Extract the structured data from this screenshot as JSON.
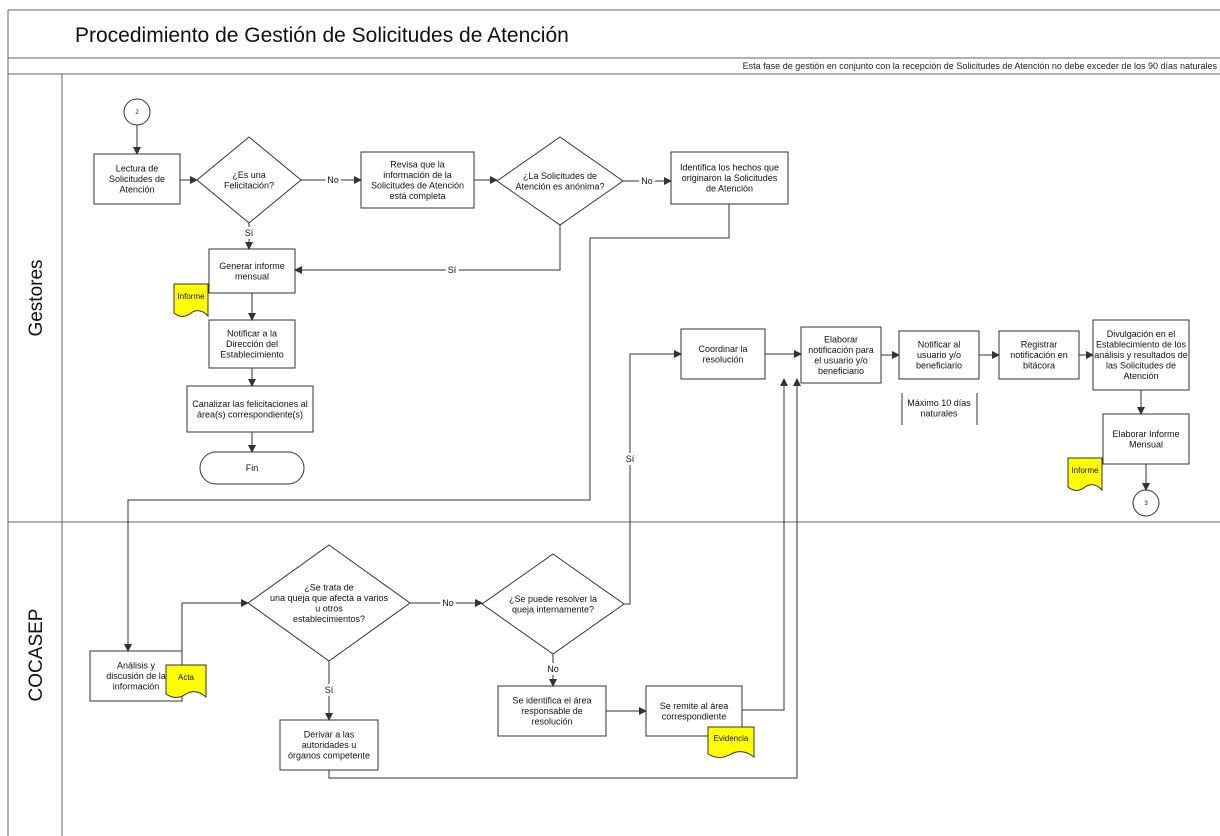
{
  "title": "Procedimiento de Gestión de Solicitudes de Atención",
  "note": "Esta fase de gestión en conjunto con la recepción de Solicitudes de Atención no debe exceder de los 90 días naturales",
  "lanes": {
    "gestores": "Gestores",
    "cocasep": "COCASEP"
  },
  "colors": {
    "document_fill": "#ffff00",
    "shape_fill": "#ffffff",
    "stroke": "#333333",
    "background": "#ffffff"
  },
  "connectors": {
    "connector_in": "2",
    "connector_out": "3"
  },
  "terminator": {
    "fin": "Fin"
  },
  "process": {
    "lectura": [
      "Lectura de",
      "Solicitudes de",
      "Atención"
    ],
    "revisa": [
      "Revisa que la",
      "información de la",
      "Solicitudes de Atención",
      "está completa"
    ],
    "identifica": [
      "Identifica los hechos que",
      "originaron la Solicitudes",
      "de Atención"
    ],
    "generar": [
      "Generar informe",
      "mensual"
    ],
    "notificar_dir": [
      "Notificar a la",
      "Dirección del",
      "Establecimiento"
    ],
    "canalizar": [
      "Canalizar las felicitaciones al",
      "área(s) correspondiente(s)"
    ],
    "coordinar": [
      "Coordinar la",
      "resolución"
    ],
    "elaborar_notif": [
      "Elaborar",
      "notificación para",
      "el usuario y/o",
      "beneficiario"
    ],
    "notificar_usuario": [
      "Notificar al",
      "usuario y/o",
      "beneficiario"
    ],
    "registrar": [
      "Registrar",
      "notificación en",
      "bitácora"
    ],
    "divulgacion": [
      "Divulgación en el",
      "Establecimiento de los",
      "análisis y resultados de",
      "las Solicitudes de",
      "Atención"
    ],
    "elaborar_informe": [
      "Elaborar Informe",
      "Mensual"
    ],
    "analisis": [
      "Análisis y",
      "discusión de la",
      "información"
    ],
    "identifica_area": [
      "Se identifica el área",
      "responsable de",
      "resolución"
    ],
    "remite": [
      "Se remite al área",
      "correspondiente"
    ],
    "derivar": [
      "Derivar a las",
      "autoridades u",
      "órganos competente"
    ]
  },
  "decisions": {
    "felicitacion": [
      "¿Es una",
      "Felicitación?"
    ],
    "anonima": [
      "¿La Solicitudes de",
      "Atención es anónima?"
    ],
    "queja_varios": [
      "¿Se trata de",
      "una queja que afecta a varios",
      "u otros",
      "establecimientos?"
    ],
    "resolver": [
      "¿Se puede resolver la",
      "queja internamente?"
    ]
  },
  "documents": {
    "informe_1": "Informe",
    "informe_2": "Informe",
    "acta": "Acta",
    "evidencia": "Evidencia"
  },
  "annotation": [
    "Máximo 10 días",
    "naturales"
  ],
  "edge_labels": {
    "no": "No",
    "si": "Sí"
  }
}
